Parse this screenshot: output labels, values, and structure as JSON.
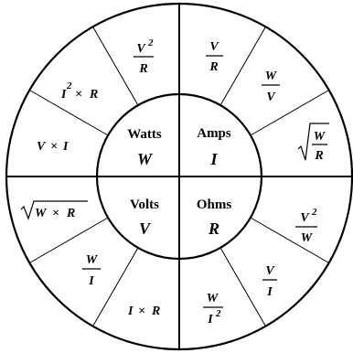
{
  "wheel": {
    "quadrants": {
      "watts": {
        "name": "Watts",
        "symbol": "W"
      },
      "amps": {
        "name": "Amps",
        "symbol": "I"
      },
      "volts": {
        "name": "Volts",
        "symbol": "V"
      },
      "ohms": {
        "name": "Ohms",
        "symbol": "R"
      }
    },
    "letters": {
      "V": "V",
      "I": "I",
      "R": "R",
      "W": "W",
      "times": "×",
      "sq": "2"
    }
  }
}
